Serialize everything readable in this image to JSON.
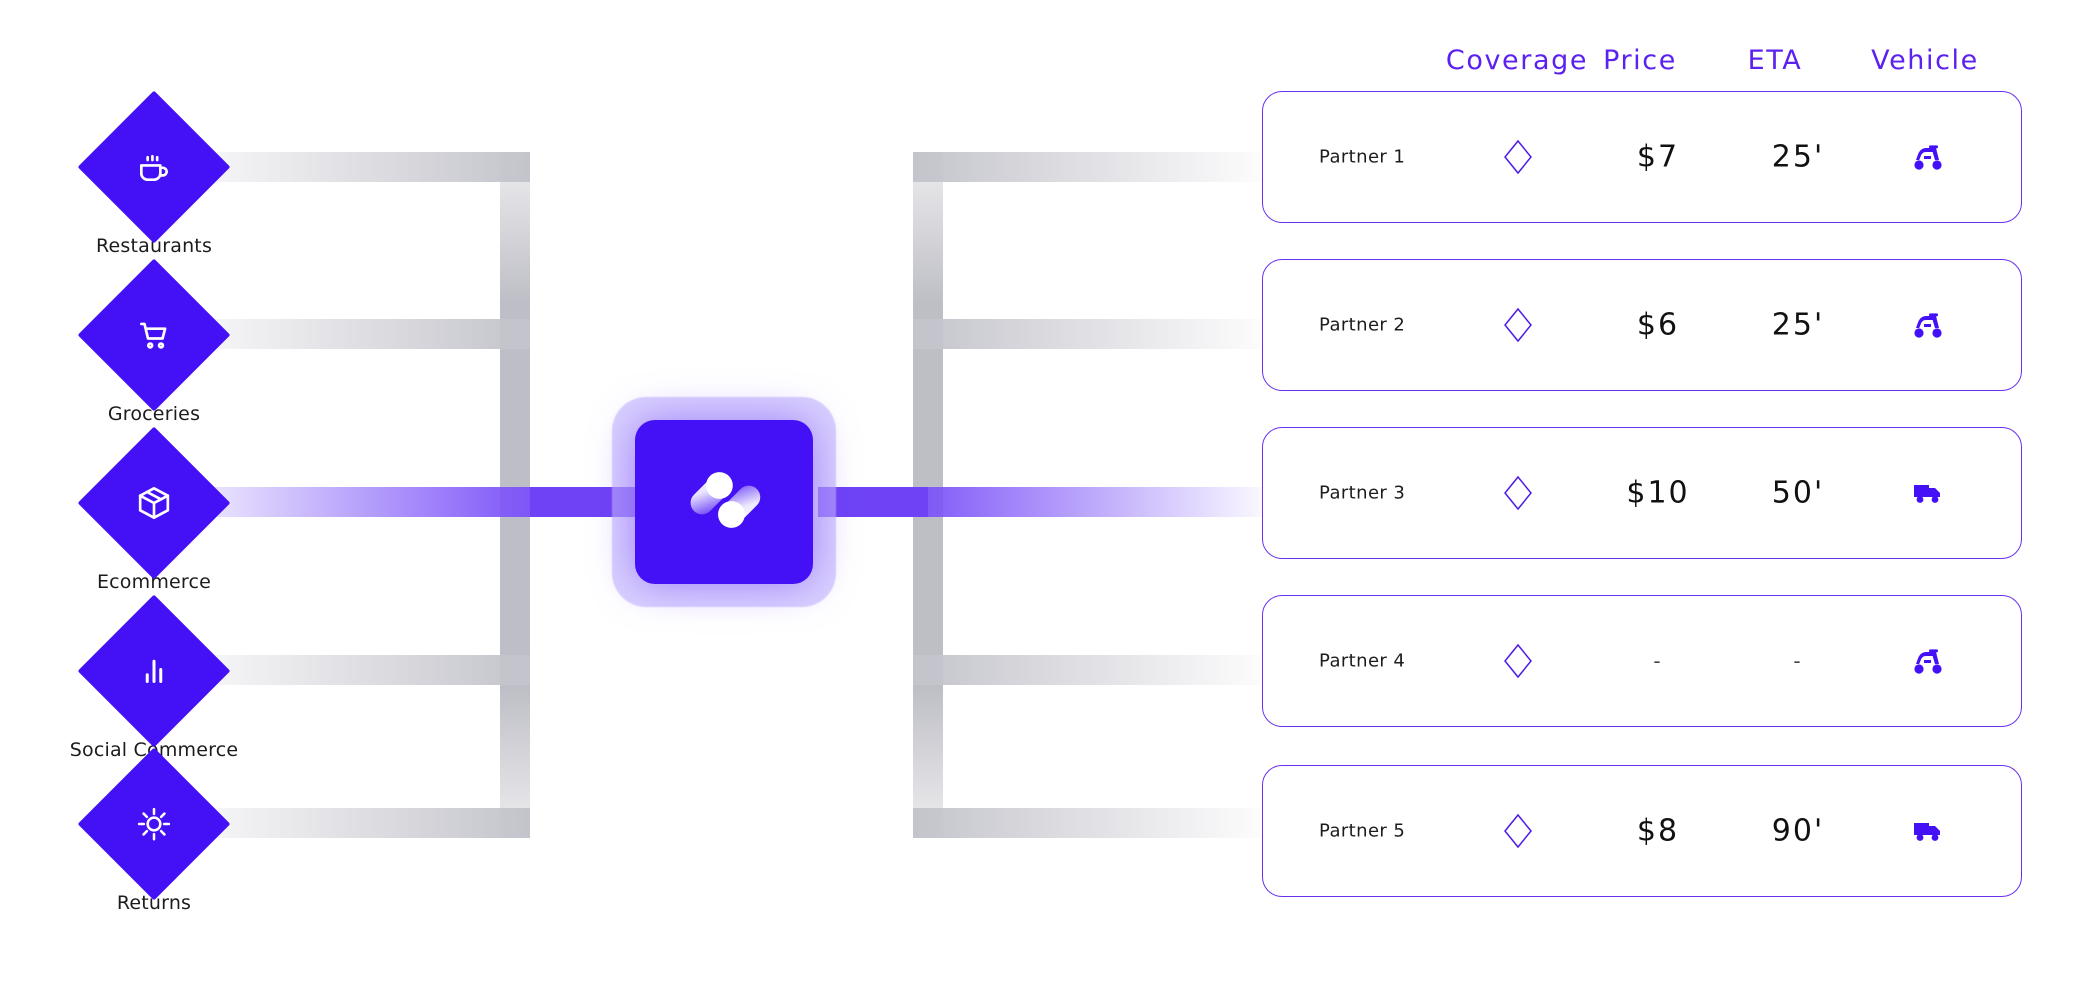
{
  "brand": {
    "primary_color": "#4410f5",
    "accent_color": "#6f43f5",
    "header_color": "#5b21f0",
    "logo_name": "two-capsules-logo"
  },
  "categories": [
    {
      "label": "Restaurants",
      "icon": "coffee-cup-icon",
      "highlighted": false
    },
    {
      "label": "Groceries",
      "icon": "shopping-cart-icon",
      "highlighted": false
    },
    {
      "label": "Ecommerce",
      "icon": "package-box-icon",
      "highlighted": true
    },
    {
      "label": "Social Commerce",
      "icon": "bar-chart-icon",
      "highlighted": false
    },
    {
      "label": "Returns",
      "icon": "sun-icon",
      "highlighted": false
    }
  ],
  "table": {
    "headers": {
      "coverage": "Coverage",
      "price": "Price",
      "eta": "ETA",
      "vehicle": "Vehicle"
    },
    "rows": [
      {
        "name": "Partner 1",
        "coverage": "diamond-outline-icon",
        "price": "$7",
        "eta": "25'",
        "vehicle": "scooter-icon"
      },
      {
        "name": "Partner 2",
        "coverage": "diamond-outline-icon",
        "price": "$6",
        "eta": "25'",
        "vehicle": "scooter-icon"
      },
      {
        "name": "Partner 3",
        "coverage": "diamond-outline-icon",
        "price": "$10",
        "eta": "50'",
        "vehicle": "truck-icon"
      },
      {
        "name": "Partner 4",
        "coverage": "diamond-outline-icon",
        "price": "-",
        "eta": "-",
        "vehicle": "scooter-icon"
      },
      {
        "name": "Partner 5",
        "coverage": "diamond-outline-icon",
        "price": "$8",
        "eta": "90'",
        "vehicle": "truck-icon"
      }
    ]
  }
}
